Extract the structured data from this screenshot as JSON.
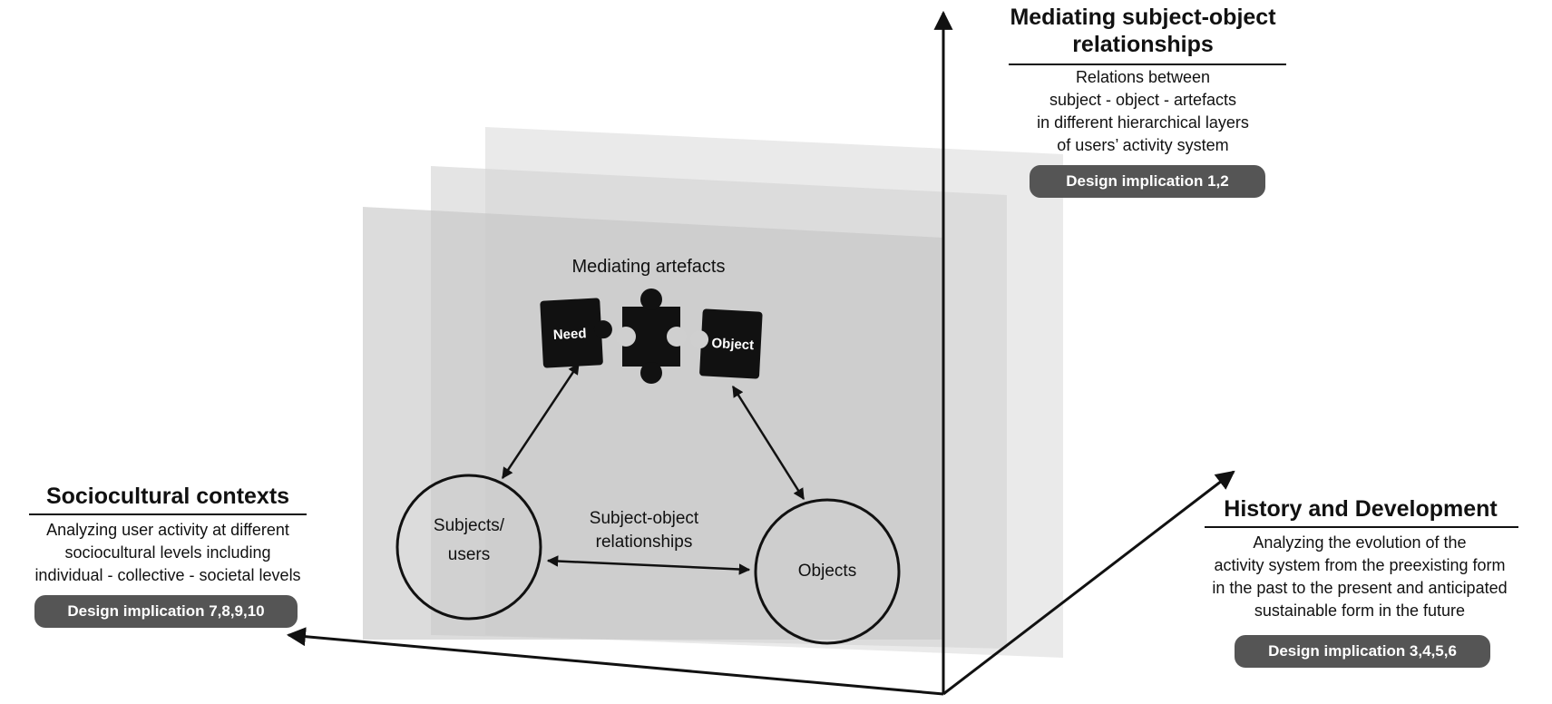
{
  "top_panel": {
    "title_line1": "Mediating subject-object",
    "title_line2": "relationships",
    "desc_lines": [
      "Relations between",
      "subject - object - artefacts",
      "in different hierarchical layers",
      "of users’ activity system"
    ],
    "badge": "Design implication 1,2"
  },
  "left_panel": {
    "title": "Sociocultural contexts",
    "desc_lines": [
      "Analyzing user activity at different",
      "sociocultural levels including",
      "individual - collective - societal levels"
    ],
    "badge": "Design implication 7,8,9,10"
  },
  "right_panel": {
    "title": "History and Development",
    "desc_lines": [
      "Analyzing the evolution of the",
      "activity system from the preexisting form",
      "in the past to the present and anticipated",
      "sustainable form in the future"
    ],
    "badge": "Design implication 3,4,5,6"
  },
  "center": {
    "artefacts_label": "Mediating artefacts",
    "piece_need": "Need",
    "piece_object": "Object",
    "subjects_line1": "Subjects/",
    "subjects_line2": "users",
    "objects_label": "Objects",
    "relationship_line1": "Subject-object",
    "relationship_line2": "relationships"
  },
  "colors": {
    "plane_back": "#e8e8e8",
    "plane_mid": "#dadada",
    "plane_front": "#c8c8c8",
    "badge": "#555555",
    "ink": "#111111"
  }
}
